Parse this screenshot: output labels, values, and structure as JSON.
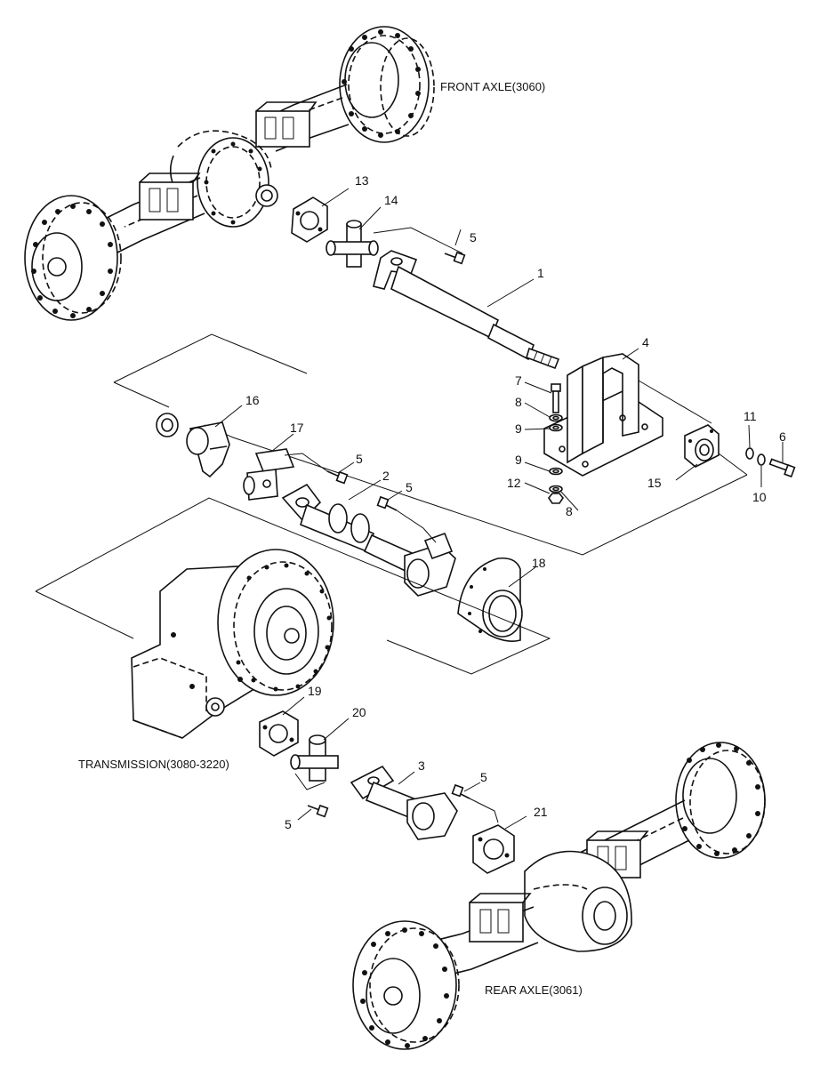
{
  "captions": {
    "front_axle": "FRONT AXLE(3060)",
    "transmission": "TRANSMISSION(3080-3220)",
    "rear_axle": "REAR AXLE(3061)"
  },
  "callouts": {
    "c1": "1",
    "c2": "2",
    "c3": "3",
    "c4": "4",
    "c5a": "5",
    "c5b": "5",
    "c5c": "5",
    "c5d": "5",
    "c5e": "5",
    "c6": "6",
    "c7": "7",
    "c8a": "8",
    "c8b": "8",
    "c9a": "9",
    "c9b": "9",
    "c10": "10",
    "c11": "11",
    "c12": "12",
    "c13": "13",
    "c14": "14",
    "c15": "15",
    "c16": "16",
    "c17": "17",
    "c18": "18",
    "c19": "19",
    "c20": "20",
    "c21": "21"
  }
}
